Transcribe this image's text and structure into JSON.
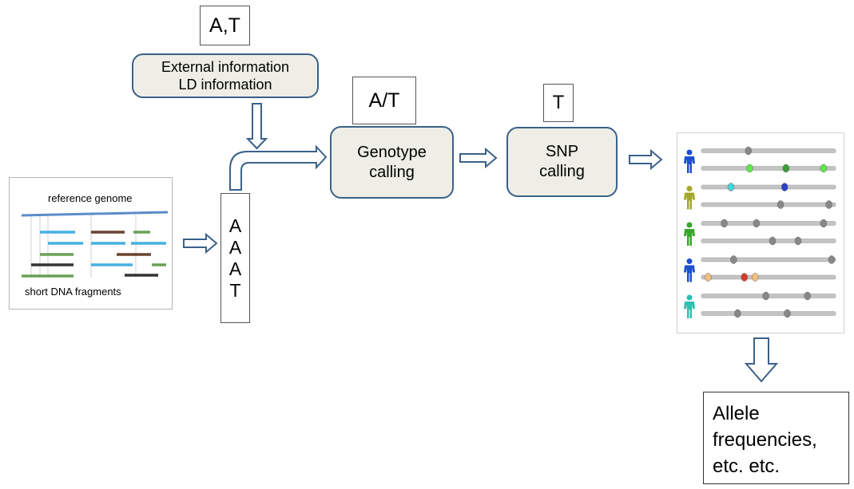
{
  "allele_labels": {
    "external": "A,T",
    "genotype": "A/T",
    "snp": "T"
  },
  "external_info": {
    "line1": "External information",
    "line2": "LD information"
  },
  "genotype_calling": {
    "line1": "Genotype",
    "line2": "calling"
  },
  "snp_calling": {
    "line1": "SNP",
    "line2": "calling"
  },
  "reads_panel": {
    "reference_label": "reference genome",
    "fragments_label": "short DNA fragments"
  },
  "read_stack": [
    "A",
    "A",
    "A",
    "T"
  ],
  "result_box": {
    "line1": "Allele",
    "line2": "frequencies,",
    "line3": "etc. etc."
  },
  "colors": {
    "box_fill": "#eeeee6",
    "box_border": "#3a6189",
    "arrow_border": "#3a6189",
    "reference_line": "#5b8cc9",
    "fragment_blue": "#46b0e3",
    "fragment_brown": "#6b4332",
    "fragment_green": "#6aa056",
    "fragment_dark": "#333333"
  },
  "individuals": [
    {
      "color": "#1f4fd0",
      "haplotypes": [
        [
          "#888888"
        ],
        [
          "#5ee84a",
          "#3f9a3a",
          "#5ee84a"
        ]
      ]
    },
    {
      "color": "#a3a82a",
      "haplotypes": [
        [
          "#45d6d9",
          "#2b3fd0"
        ],
        [
          "#888888",
          "#888888"
        ]
      ]
    },
    {
      "color": "#3aa52e",
      "haplotypes": [
        [
          "#888888",
          "#888888",
          "#888888"
        ],
        [
          "#888888",
          "#888888"
        ]
      ]
    },
    {
      "color": "#1f4fd0",
      "haplotypes": [
        [
          "#888888",
          "#888888"
        ],
        [
          "#f0c080",
          "#d83a2a",
          "#f0c080"
        ]
      ]
    },
    {
      "color": "#2ec0b0",
      "haplotypes": [
        [
          "#888888",
          "#888888"
        ],
        [
          "#888888",
          "#888888"
        ]
      ]
    }
  ]
}
